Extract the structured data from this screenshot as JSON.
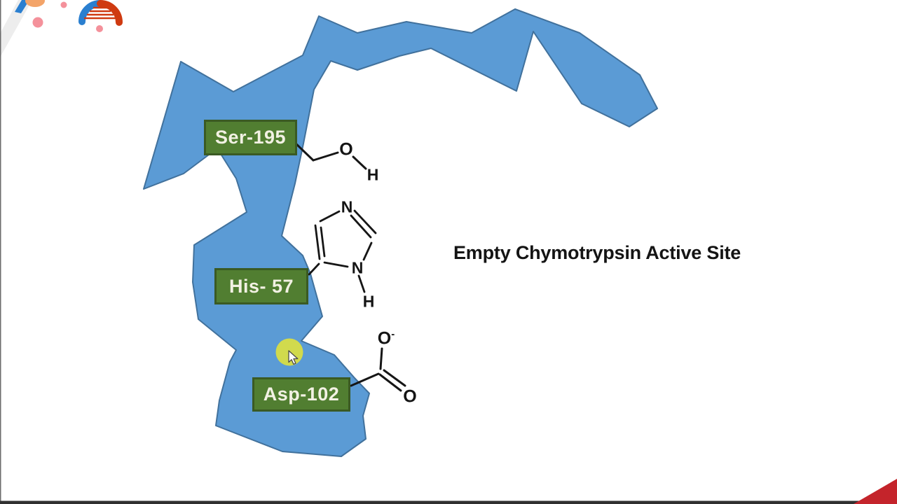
{
  "scene": {
    "title": "Empty Chymotrypsin Active Site",
    "description_icons": {
      "logo": "dna-arch-logo",
      "pointer": "mouse-pointer-icon",
      "highlight": "click-highlight-circle"
    }
  },
  "residues": [
    {
      "id": "ser",
      "label": "Ser-195"
    },
    {
      "id": "his",
      "label": "His- 57"
    },
    {
      "id": "asp",
      "label": "Asp-102"
    }
  ],
  "atoms": {
    "ser_hydroxyl_o": "O",
    "ser_hydroxyl_h": "H",
    "his_ring_n_top": "N",
    "his_ring_n_bottom": "N",
    "his_ring_h": "H",
    "asp_carboxyl_o_top": "O",
    "asp_carboxyl_charge": "-",
    "asp_carboxyl_o_bottom": "O"
  },
  "colors": {
    "ribbon_fill": "#5b9bd5",
    "ribbon_stroke": "#41719c",
    "label_fill": "#517e31",
    "label_stroke": "#3a5a23",
    "label_text": "#f2f1e3",
    "ink": "#161616",
    "highlight": "#d6dd47",
    "cursor_fill": "#ffffff",
    "cursor_stroke": "#4a4a4a",
    "logo_blue": "#2a7fd0",
    "logo_red": "#cf3a10",
    "logo_pink": "#f4919b",
    "logo_skin": "#f3a469",
    "logo_sleeve": "#ededed",
    "corner_red": "#c4242b",
    "edge_bar": "#303030"
  }
}
